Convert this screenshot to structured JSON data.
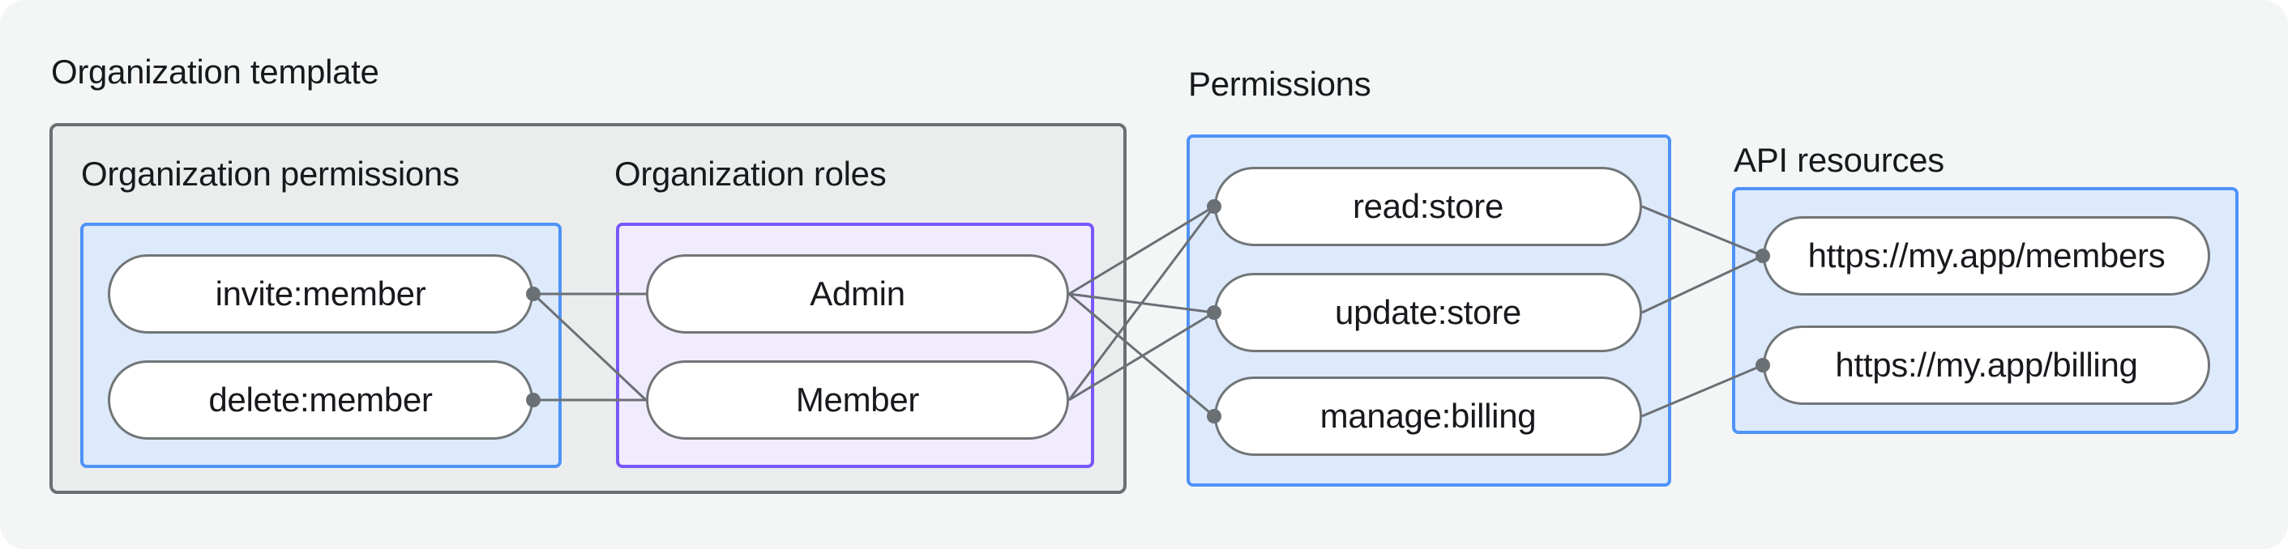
{
  "diagram": {
    "template_group": {
      "title": "Organization template"
    },
    "groups": {
      "org_permissions": {
        "title": "Organization permissions"
      },
      "org_roles": {
        "title": "Organization roles"
      },
      "permissions": {
        "title": "Permissions"
      },
      "api_resources": {
        "title": "API resources"
      }
    },
    "nodes": {
      "invite_member": {
        "label": "invite:member",
        "group": "org_permissions",
        "dot": "right"
      },
      "delete_member": {
        "label": "delete:member",
        "group": "org_permissions",
        "dot": "right"
      },
      "admin": {
        "label": "Admin",
        "group": "org_roles",
        "dot": "none"
      },
      "member": {
        "label": "Member",
        "group": "org_roles",
        "dot": "none"
      },
      "read_store": {
        "label": "read:store",
        "group": "permissions",
        "dot": "left"
      },
      "update_store": {
        "label": "update:store",
        "group": "permissions",
        "dot": "left"
      },
      "manage_billing": {
        "label": "manage:billing",
        "group": "permissions",
        "dot": "left"
      },
      "members_api": {
        "label": "https://my.app/members",
        "group": "api_resources",
        "dot": "left"
      },
      "billing_api": {
        "label": "https://my.app/billing",
        "group": "api_resources",
        "dot": "left"
      }
    },
    "edges": [
      {
        "from": "invite_member",
        "to": "admin"
      },
      {
        "from": "invite_member",
        "to": "member"
      },
      {
        "from": "delete_member",
        "to": "member"
      },
      {
        "from": "admin",
        "to": "read_store"
      },
      {
        "from": "admin",
        "to": "update_store"
      },
      {
        "from": "admin",
        "to": "manage_billing"
      },
      {
        "from": "member",
        "to": "read_store"
      },
      {
        "from": "member",
        "to": "update_store"
      },
      {
        "from": "read_store",
        "to": "members_api"
      },
      {
        "from": "update_store",
        "to": "members_api"
      },
      {
        "from": "manage_billing",
        "to": "billing_api"
      }
    ],
    "colors": {
      "canvas_bg": "#f4f6f6",
      "template_box_bg": "#ebeded",
      "template_box_border": "#6b6f73",
      "blue_box_bg": "#dceafb",
      "blue_box_border": "#4f93f7",
      "purple_box_bg": "#f1ecfd",
      "purple_box_border": "#7958fa",
      "node_bg": "#ffffff",
      "node_border": "#717577",
      "connector": "#6b7075",
      "text": "#17191d"
    }
  }
}
